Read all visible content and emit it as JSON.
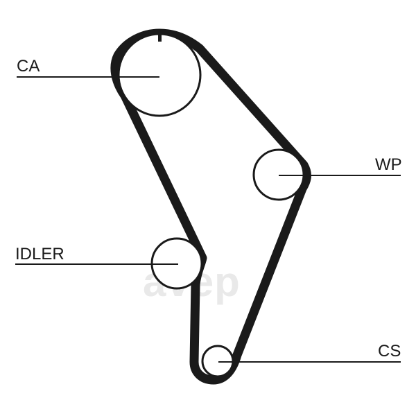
{
  "diagram": {
    "labels": {
      "ca": "CA",
      "wp": "WP",
      "idler": "IDLER",
      "cs": "CS"
    },
    "watermark": "avep",
    "colors": {
      "belt": "#1a1a1a",
      "line": "#1a1a1a",
      "watermark": "#e9e9e9",
      "background": "#ffffff"
    }
  }
}
